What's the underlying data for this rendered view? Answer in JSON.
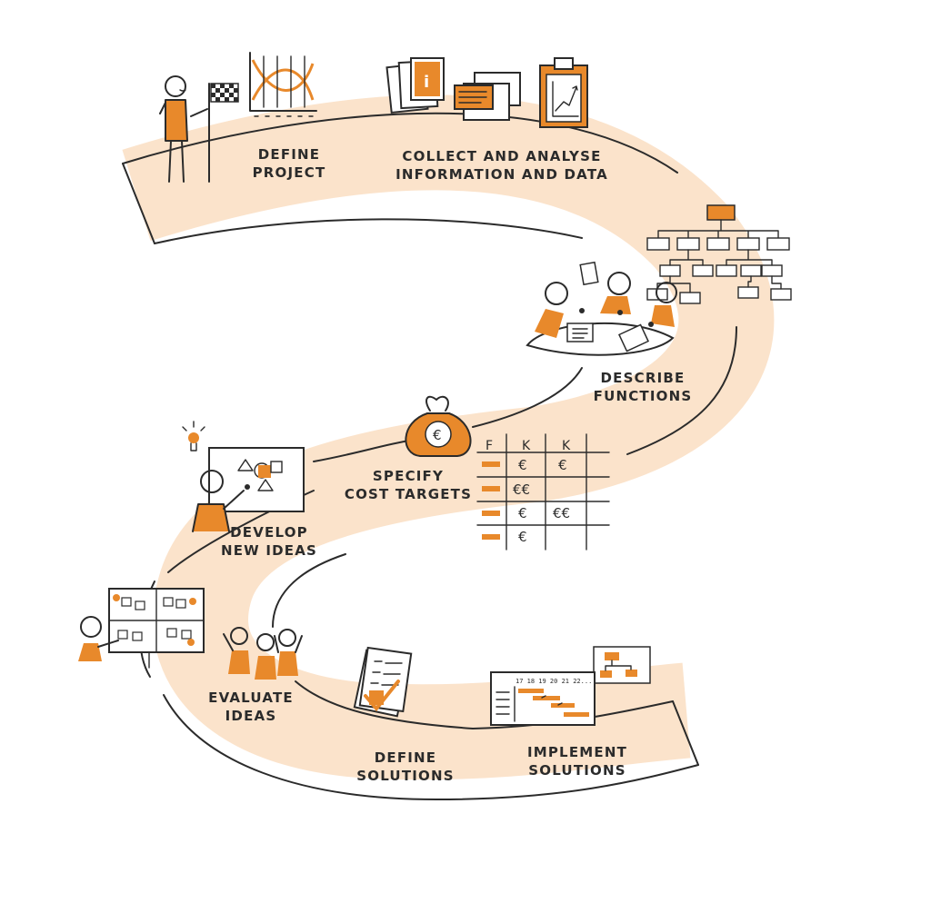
{
  "colors": {
    "path_fill": "#fbe3cb",
    "accent": "#e8892b",
    "ink": "#2b2b2b",
    "background": "#ffffff"
  },
  "steps": [
    {
      "id": "define-project",
      "lines": [
        "DEFINE",
        "PROJECT"
      ],
      "icon": "flag-person-chart-icon"
    },
    {
      "id": "collect-analyse",
      "lines": [
        "COLLECT AND ANALYSE",
        "INFORMATION AND DATA"
      ],
      "icon": "documents-clipboard-icon"
    },
    {
      "id": "describe-functions",
      "lines": [
        "DESCRIBE",
        "FUNCTIONS"
      ],
      "icon": "team-meeting-tree-icon"
    },
    {
      "id": "specify-cost-targets",
      "lines": [
        "SPECIFY",
        "COST TARGETS"
      ],
      "icon": "money-bag-table-icon"
    },
    {
      "id": "develop-new-ideas",
      "lines": [
        "DEVELOP",
        "NEW IDEAS"
      ],
      "icon": "lightbulb-whiteboard-icon"
    },
    {
      "id": "evaluate-ideas",
      "lines": [
        "EVALUATE",
        "IDEAS"
      ],
      "icon": "board-voting-group-icon"
    },
    {
      "id": "define-solutions",
      "lines": [
        "DEFINE",
        "SOLUTIONS"
      ],
      "icon": "checklist-icon"
    },
    {
      "id": "implement-solutions",
      "lines": [
        "IMPLEMENT",
        "SOLUTIONS"
      ],
      "icon": "gantt-chart-icon"
    }
  ],
  "cost_table": {
    "headers": [
      "F",
      "K",
      "K"
    ],
    "rows": [
      [
        "€",
        "€"
      ],
      [
        "€€",
        ""
      ],
      [
        "€",
        "€€"
      ],
      [
        "€",
        ""
      ]
    ]
  },
  "money_bag_symbol": "€",
  "gantt_header": "17 18 19 20 21 22..."
}
